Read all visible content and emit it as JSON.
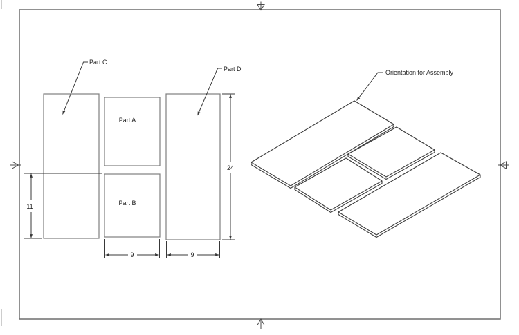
{
  "sheet": {
    "background": "#ffffff",
    "border_color": "#6d6d6d",
    "outline_color": "#7e7e7e",
    "dimension_color": "#383838",
    "text_color": "#1f1f1f"
  },
  "flat_view": {
    "labels": {
      "part_a": "Part A",
      "part_b": "Part B",
      "part_c": "Part C",
      "part_d": "Part D"
    },
    "dimensions": {
      "lower_left_height": "11",
      "right_panel_height": "24",
      "middle_column_width": "9",
      "right_column_width": "9"
    }
  },
  "iso_view": {
    "callout": "Orientation for Assembly"
  }
}
